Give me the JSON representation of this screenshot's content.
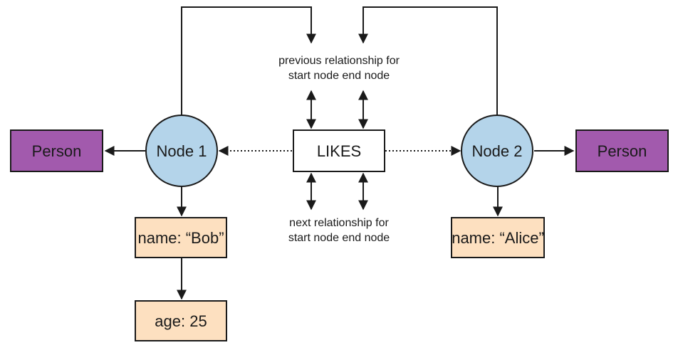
{
  "diagram": {
    "labels": {
      "label_left": "Person",
      "label_right": "Person"
    },
    "nodes": {
      "node1": "Node 1",
      "node2": "Node 2"
    },
    "relationship": {
      "type": "LIKES"
    },
    "properties": {
      "bob_name": "name: “Bob”",
      "bob_age": "age: 25",
      "alice_name": "name: “Alice”"
    },
    "annotations": {
      "previous_line1": "previous relationship for",
      "previous_line2": "start node end node",
      "next_line1": "next relationship for",
      "next_line2": "start node end node"
    },
    "colors": {
      "label_fill": "#a25aad",
      "node_fill": "#b4d4ea",
      "property_fill": "#fde0c0",
      "stroke": "#1a1a1a"
    }
  }
}
